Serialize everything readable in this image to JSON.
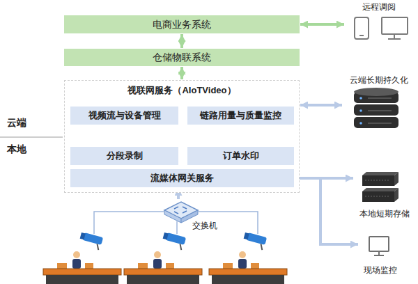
{
  "diagram": {
    "nodes": [
      {
        "text": [
          "电商业务系统"
        ]
      },
      {
        "text": [
          "远程调阅"
        ]
      },
      {
        "text": [
          "仓储物联系统"
        ]
      },
      {
        "text": [
          "视联网服务（AIoTVideo）"
        ]
      },
      {
        "text": [
          "视频流与设备管理"
        ],
        "in": 3
      },
      {
        "text": [
          "链路用量与质量监控"
        ],
        "in": 3
      },
      {
        "text": [
          "云端长期持久化"
        ]
      },
      {
        "text": [
          "分段录制"
        ],
        "in": 3
      },
      {
        "text": [
          "订单水印"
        ],
        "in": 3
      },
      {
        "text": [
          "流媒体网关服务"
        ],
        "in": 3
      },
      {
        "text": [
          "交换机"
        ]
      },
      {
        "text": [
          "本地短期存储"
        ]
      },
      {
        "text": [
          "现场监控"
        ]
      }
    ],
    "edges": [
      {
        "from": 0,
        "to": 1,
        "arrow": "both"
      },
      {
        "from": 0,
        "to": 2,
        "arrow": "both"
      },
      {
        "from": 2,
        "to": 3,
        "arrow": "both"
      },
      {
        "from": 3,
        "to": 6,
        "arrow": "both"
      },
      {
        "from": 7,
        "to": 4,
        "arrow": "to"
      },
      {
        "from": 10,
        "to": 9,
        "arrow": "to"
      },
      {
        "from": 9,
        "to": 11,
        "arrow": "to"
      },
      {
        "from": 9,
        "to": 12,
        "arrow": "to"
      }
    ],
    "labels": [
      "云端",
      "本地"
    ]
  }
}
